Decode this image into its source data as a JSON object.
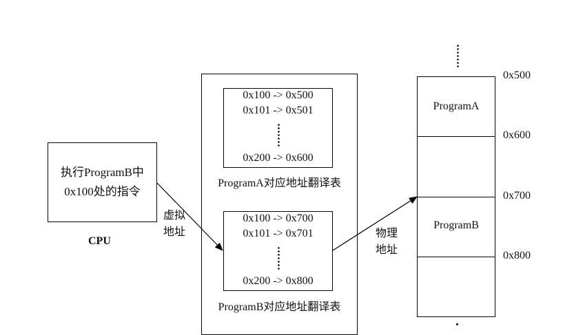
{
  "cpu": {
    "instruction_line1": "执行ProgramB中",
    "instruction_line2": "0x100处的指令",
    "label": "CPU"
  },
  "virtual_address_label": [
    "虚拟",
    "地址"
  ],
  "physical_address_label": [
    "物理",
    "地址"
  ],
  "translation_tables": [
    {
      "rows": [
        "0x100 -> 0x500",
        "0x101 -> 0x501",
        "0x200 -> 0x600"
      ],
      "caption": "ProgramA对应地址翻译表"
    },
    {
      "rows": [
        "0x100 -> 0x700",
        "0x101 -> 0x701",
        "0x200 -> 0x800"
      ],
      "caption": "ProgramB对应地址翻译表"
    }
  ],
  "memory": {
    "segments": [
      {
        "label": "ProgramA"
      },
      {
        "label": ""
      },
      {
        "label": "ProgramB"
      },
      {
        "label": ""
      }
    ],
    "addresses": [
      "0x500",
      "0x600",
      "0x700",
      "0x800"
    ]
  }
}
